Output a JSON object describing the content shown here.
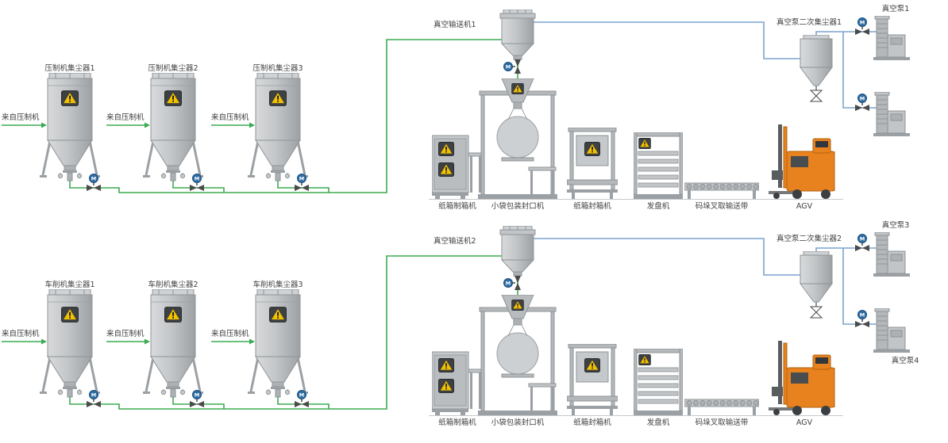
{
  "diagram": {
    "icons": {
      "valve_motor_letter": "M"
    },
    "colors": {
      "pipe_material": "#3cab50",
      "pipe_vacuum": "#7ba3cf",
      "motor_blue": "#2e6da4",
      "warning_yellow": "#f2c200",
      "agv_orange": "#e8821e",
      "machine_gray": "#b9bcbe"
    },
    "sections": [
      {
        "name": "top",
        "collectors": [
          {
            "label": "压制机集尘器1",
            "source": "来自压制机"
          },
          {
            "label": "压制机集尘器2",
            "source": "来自压制机"
          },
          {
            "label": "压制机集尘器3",
            "source": "来自压制机"
          }
        ],
        "conveyor": "真空输送机1",
        "secondary_collector": "真空泵二次集尘器1",
        "pumps": [
          "真空泵1",
          ""
        ],
        "machines": [
          "纸箱制箱机",
          "小袋包装封口机",
          "纸箱封箱机",
          "发盘机",
          "码垛叉取输送带",
          "AGV"
        ]
      },
      {
        "name": "bottom",
        "collectors": [
          {
            "label": "车削机集尘器1",
            "source": "来自压制机"
          },
          {
            "label": "车削机集尘器2",
            "source": "来自压制机"
          },
          {
            "label": "车削机集尘器3",
            "source": "来自压制机"
          }
        ],
        "conveyor": "真空输送机2",
        "secondary_collector": "真空泵二次集尘器2",
        "pumps": [
          "真空泵3",
          "真空泵4"
        ],
        "machines": [
          "纸箱制箱机",
          "小袋包装封口机",
          "纸箱封箱机",
          "发盘机",
          "码垛叉取输送带",
          "AGV"
        ]
      }
    ]
  }
}
